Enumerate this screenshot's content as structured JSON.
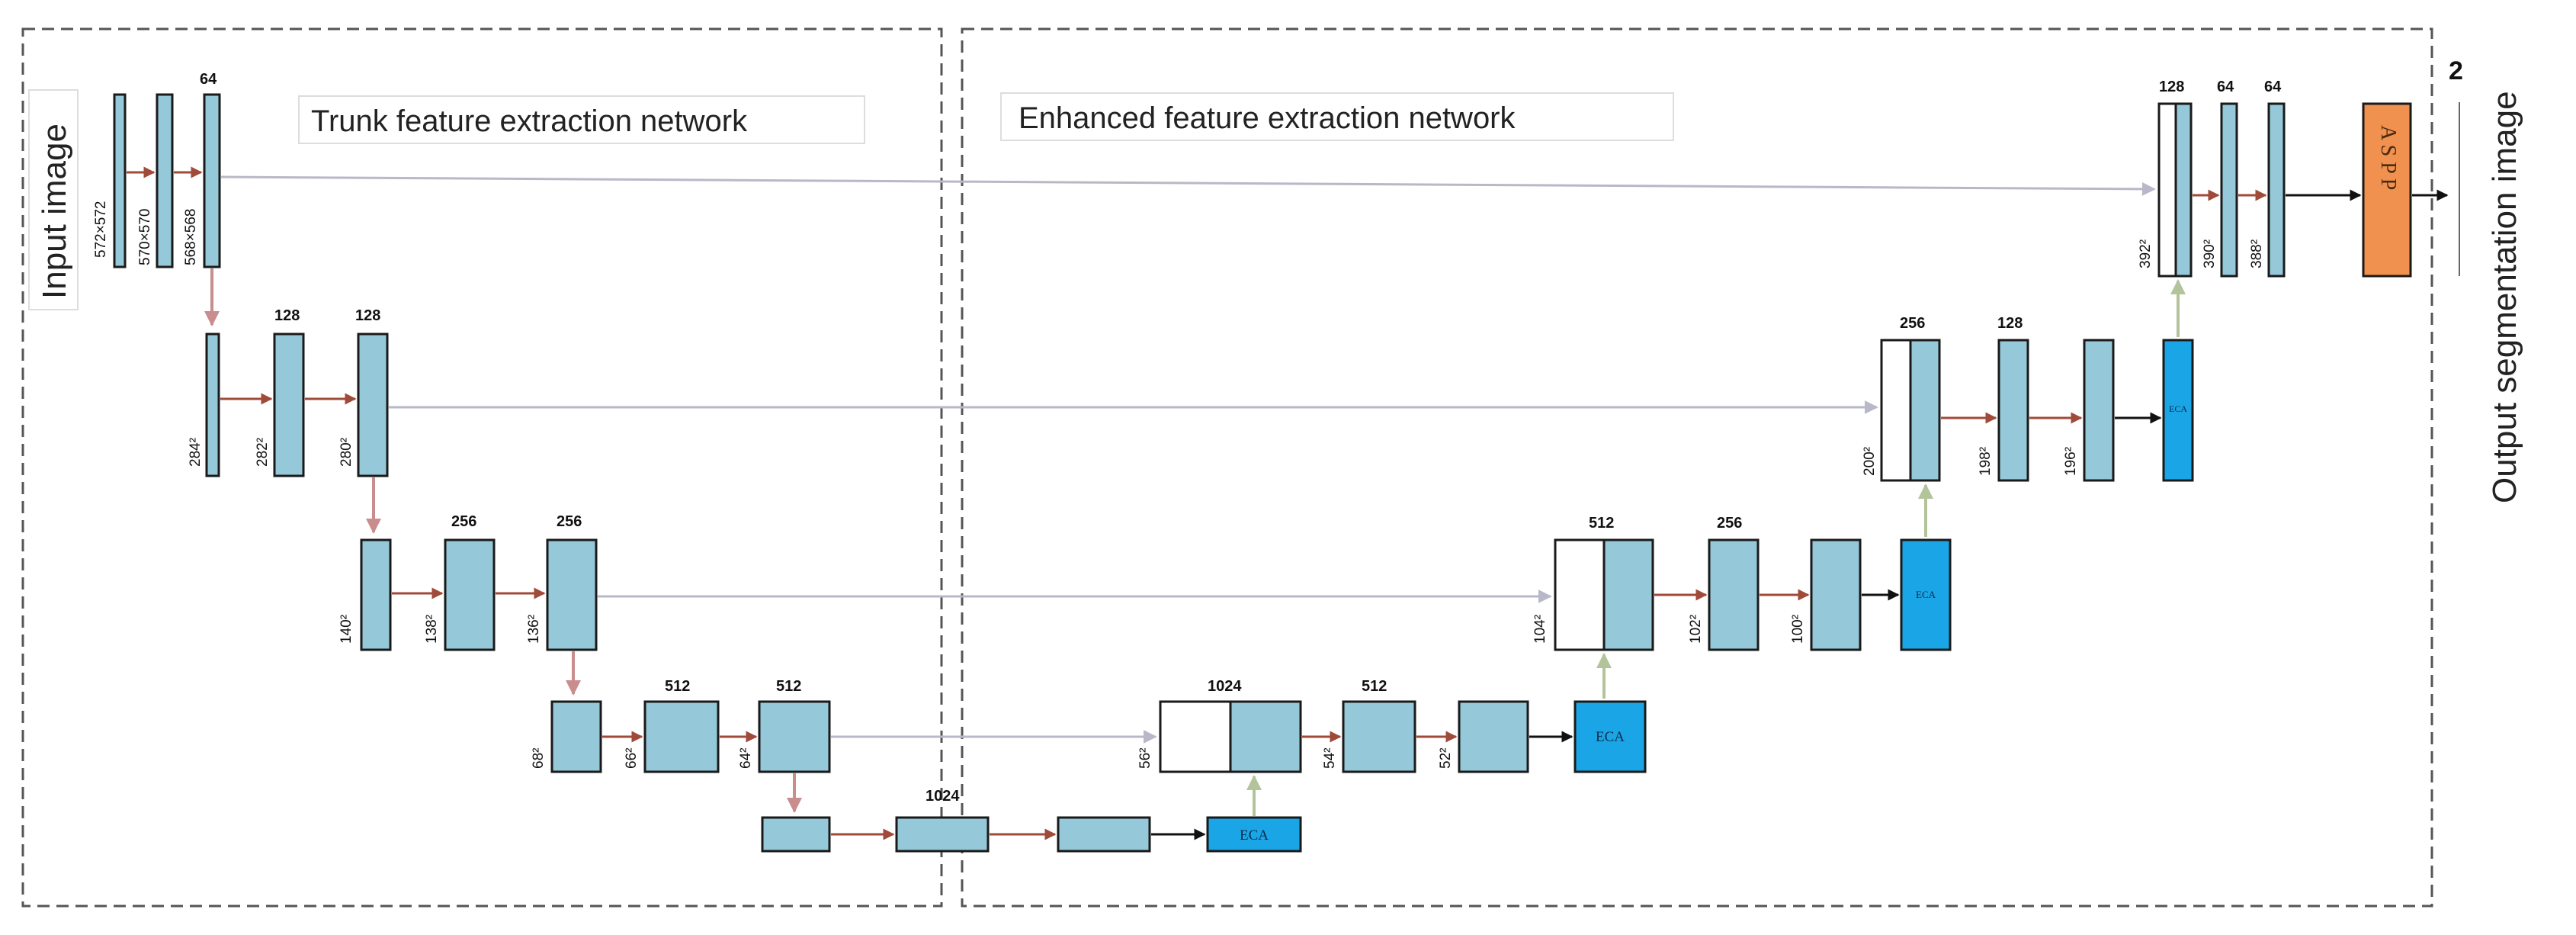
{
  "labels": {
    "input": "Input image",
    "output": "Output segmentation image",
    "trunk": "Trunk feature extraction network",
    "enhanced": "Enhanced feature extraction network",
    "eca": "ECA",
    "aspp": "A S P P",
    "classes": "2"
  },
  "channels": {
    "e1": "64",
    "e2a": "128",
    "e2b": "128",
    "e3a": "256",
    "e3b": "256",
    "e4a": "512",
    "e4b": "512",
    "bot": "1024",
    "d4a": "1024",
    "d4b": "512",
    "d3a": "512",
    "d3b": "256",
    "d2a": "256",
    "d2b": "128",
    "d1a": "128",
    "d1b": "64",
    "d1c": "64"
  },
  "dims": {
    "e1a": "572×572",
    "e1b": "570×570",
    "e1c": "568×568",
    "e2a": "284²",
    "e2b": "282²",
    "e2c": "280²",
    "e3a": "140²",
    "e3b": "138²",
    "e3c": "136²",
    "e4a": "68²",
    "e4b": "66²",
    "e4c": "64²",
    "d4a": "56²",
    "d4b": "54²",
    "d4c": "52²",
    "d3a": "104²",
    "d3b": "102²",
    "d3c": "100²",
    "d2a": "200²",
    "d2b": "198²",
    "d2c": "196²",
    "d1a": "392²",
    "d1b": "390²",
    "d1c": "388²"
  },
  "colors": {
    "block": "#95c8d8",
    "eca": "#1aa6e6",
    "aspp": "#f0914f",
    "down_arrow": "#c98d8d",
    "up_arrow": "#b4c49a",
    "conv_arrow": "#a04a3a",
    "skip_arrow": "#b8b8c8"
  }
}
